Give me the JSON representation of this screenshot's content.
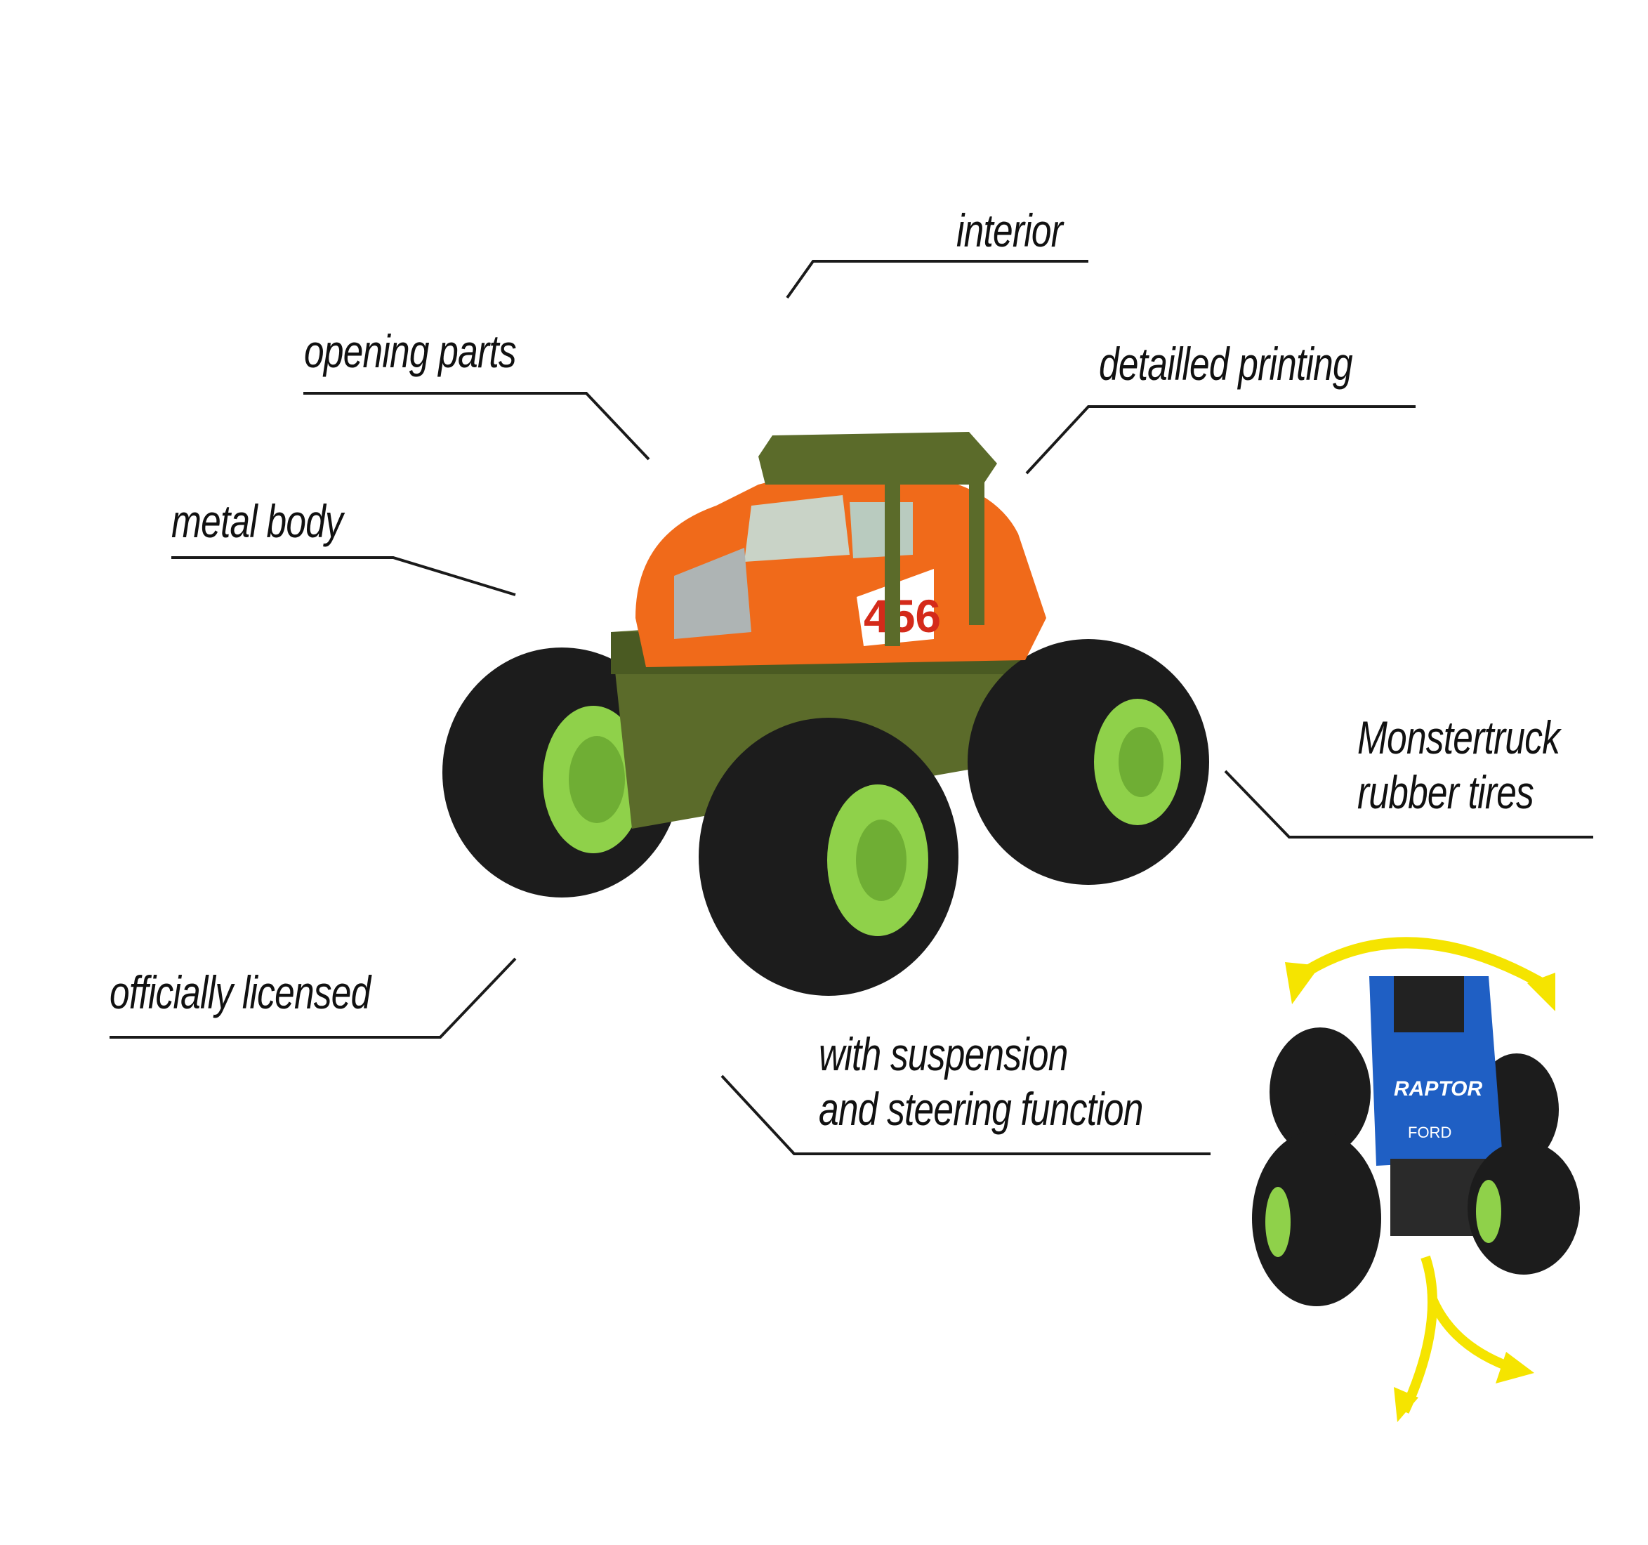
{
  "labels": {
    "interior": "interior",
    "opening_parts": "opening parts",
    "detailed_printing": "detailled printing",
    "metal_body": "metal body",
    "tires_line1": "Monstertruck",
    "tires_line2": "rubber tires",
    "officially_licensed": "officially licensed",
    "suspension_line1": "with suspension",
    "suspension_line2": "and steering function"
  },
  "small_truck_print": {
    "hood_text": "RAPTOR",
    "grille_text": "FORD"
  },
  "main_truck_number": "456",
  "colors": {
    "leader_line": "#1a1a1a",
    "body_orange": "#f06a1a",
    "chassis_green": "#5b6b2a",
    "rim_green": "#8fd14a",
    "tire_black": "#1c1c1c",
    "small_body_blue": "#1f5fc4",
    "arrow_yellow": "#f5e400"
  }
}
